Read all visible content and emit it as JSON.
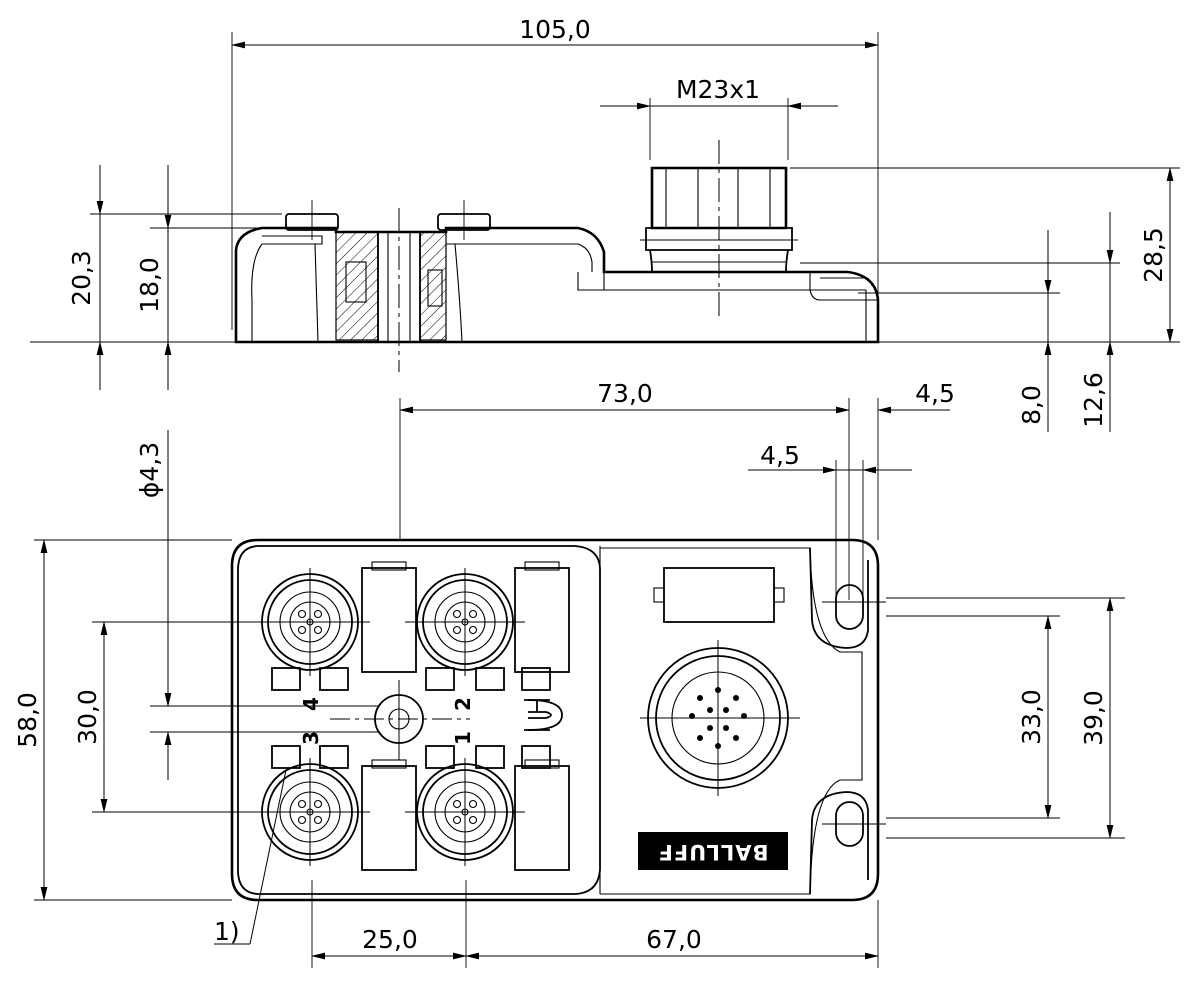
{
  "dimensions": {
    "overall_length": "105,0",
    "thread_size": "M23x1",
    "height_20_3": "20,3",
    "height_18_0": "18,0",
    "height_28_5": "28,5",
    "height_8_0": "8,0",
    "height_12_6": "12,6",
    "hole_spacing_73": "73,0",
    "offset_4_5_top": "4,5",
    "offset_4_5_mid": "4,5",
    "hole_diameter": "ϕ4,3",
    "width_58": "58,0",
    "port_spacing_30": "30,0",
    "mount_spacing_33": "33,0",
    "mount_spacing_39": "39,0",
    "port_pitch_25": "25,0",
    "length_67": "67,0"
  },
  "port_labels": {
    "p1": "1",
    "p2": "2",
    "p3": "3",
    "p4": "4"
  },
  "note_label": "1)",
  "brand": "BALLUFF",
  "colors": {
    "line": "#000000",
    "background": "#ffffff",
    "brand_plate": "#000000"
  }
}
